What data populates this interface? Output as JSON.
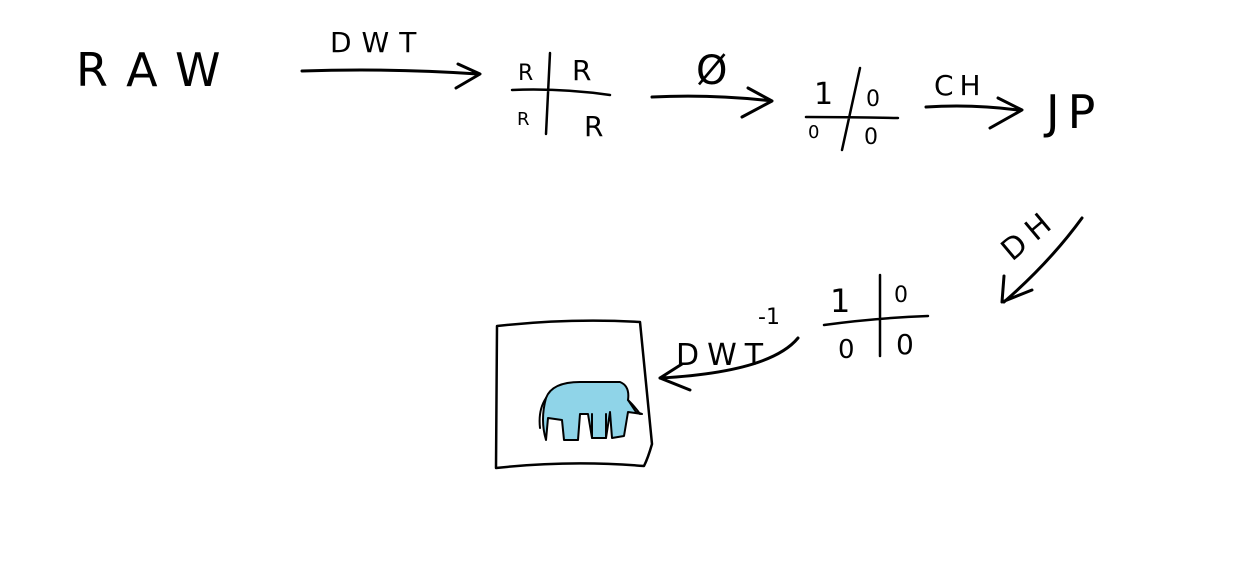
{
  "labels": {
    "raw": "RAW",
    "dwt": "DWT",
    "quantize": "Ø",
    "ch": "CH",
    "jp": "JP",
    "dh": "DH",
    "dwt_inverse": "DWT",
    "dwt_inverse_exp": "-1"
  },
  "grids": {
    "transform": [
      "R",
      "R",
      "R",
      "R"
    ],
    "quantized": [
      "1",
      "0",
      "0",
      "0"
    ],
    "decoded": [
      "1",
      "0",
      "0",
      "0"
    ]
  },
  "colors": {
    "ink": "#000000",
    "elephant_fill": "#8fd4e8",
    "background": "#ffffff"
  },
  "icons": {
    "reconstructed_image": "elephant-icon"
  }
}
